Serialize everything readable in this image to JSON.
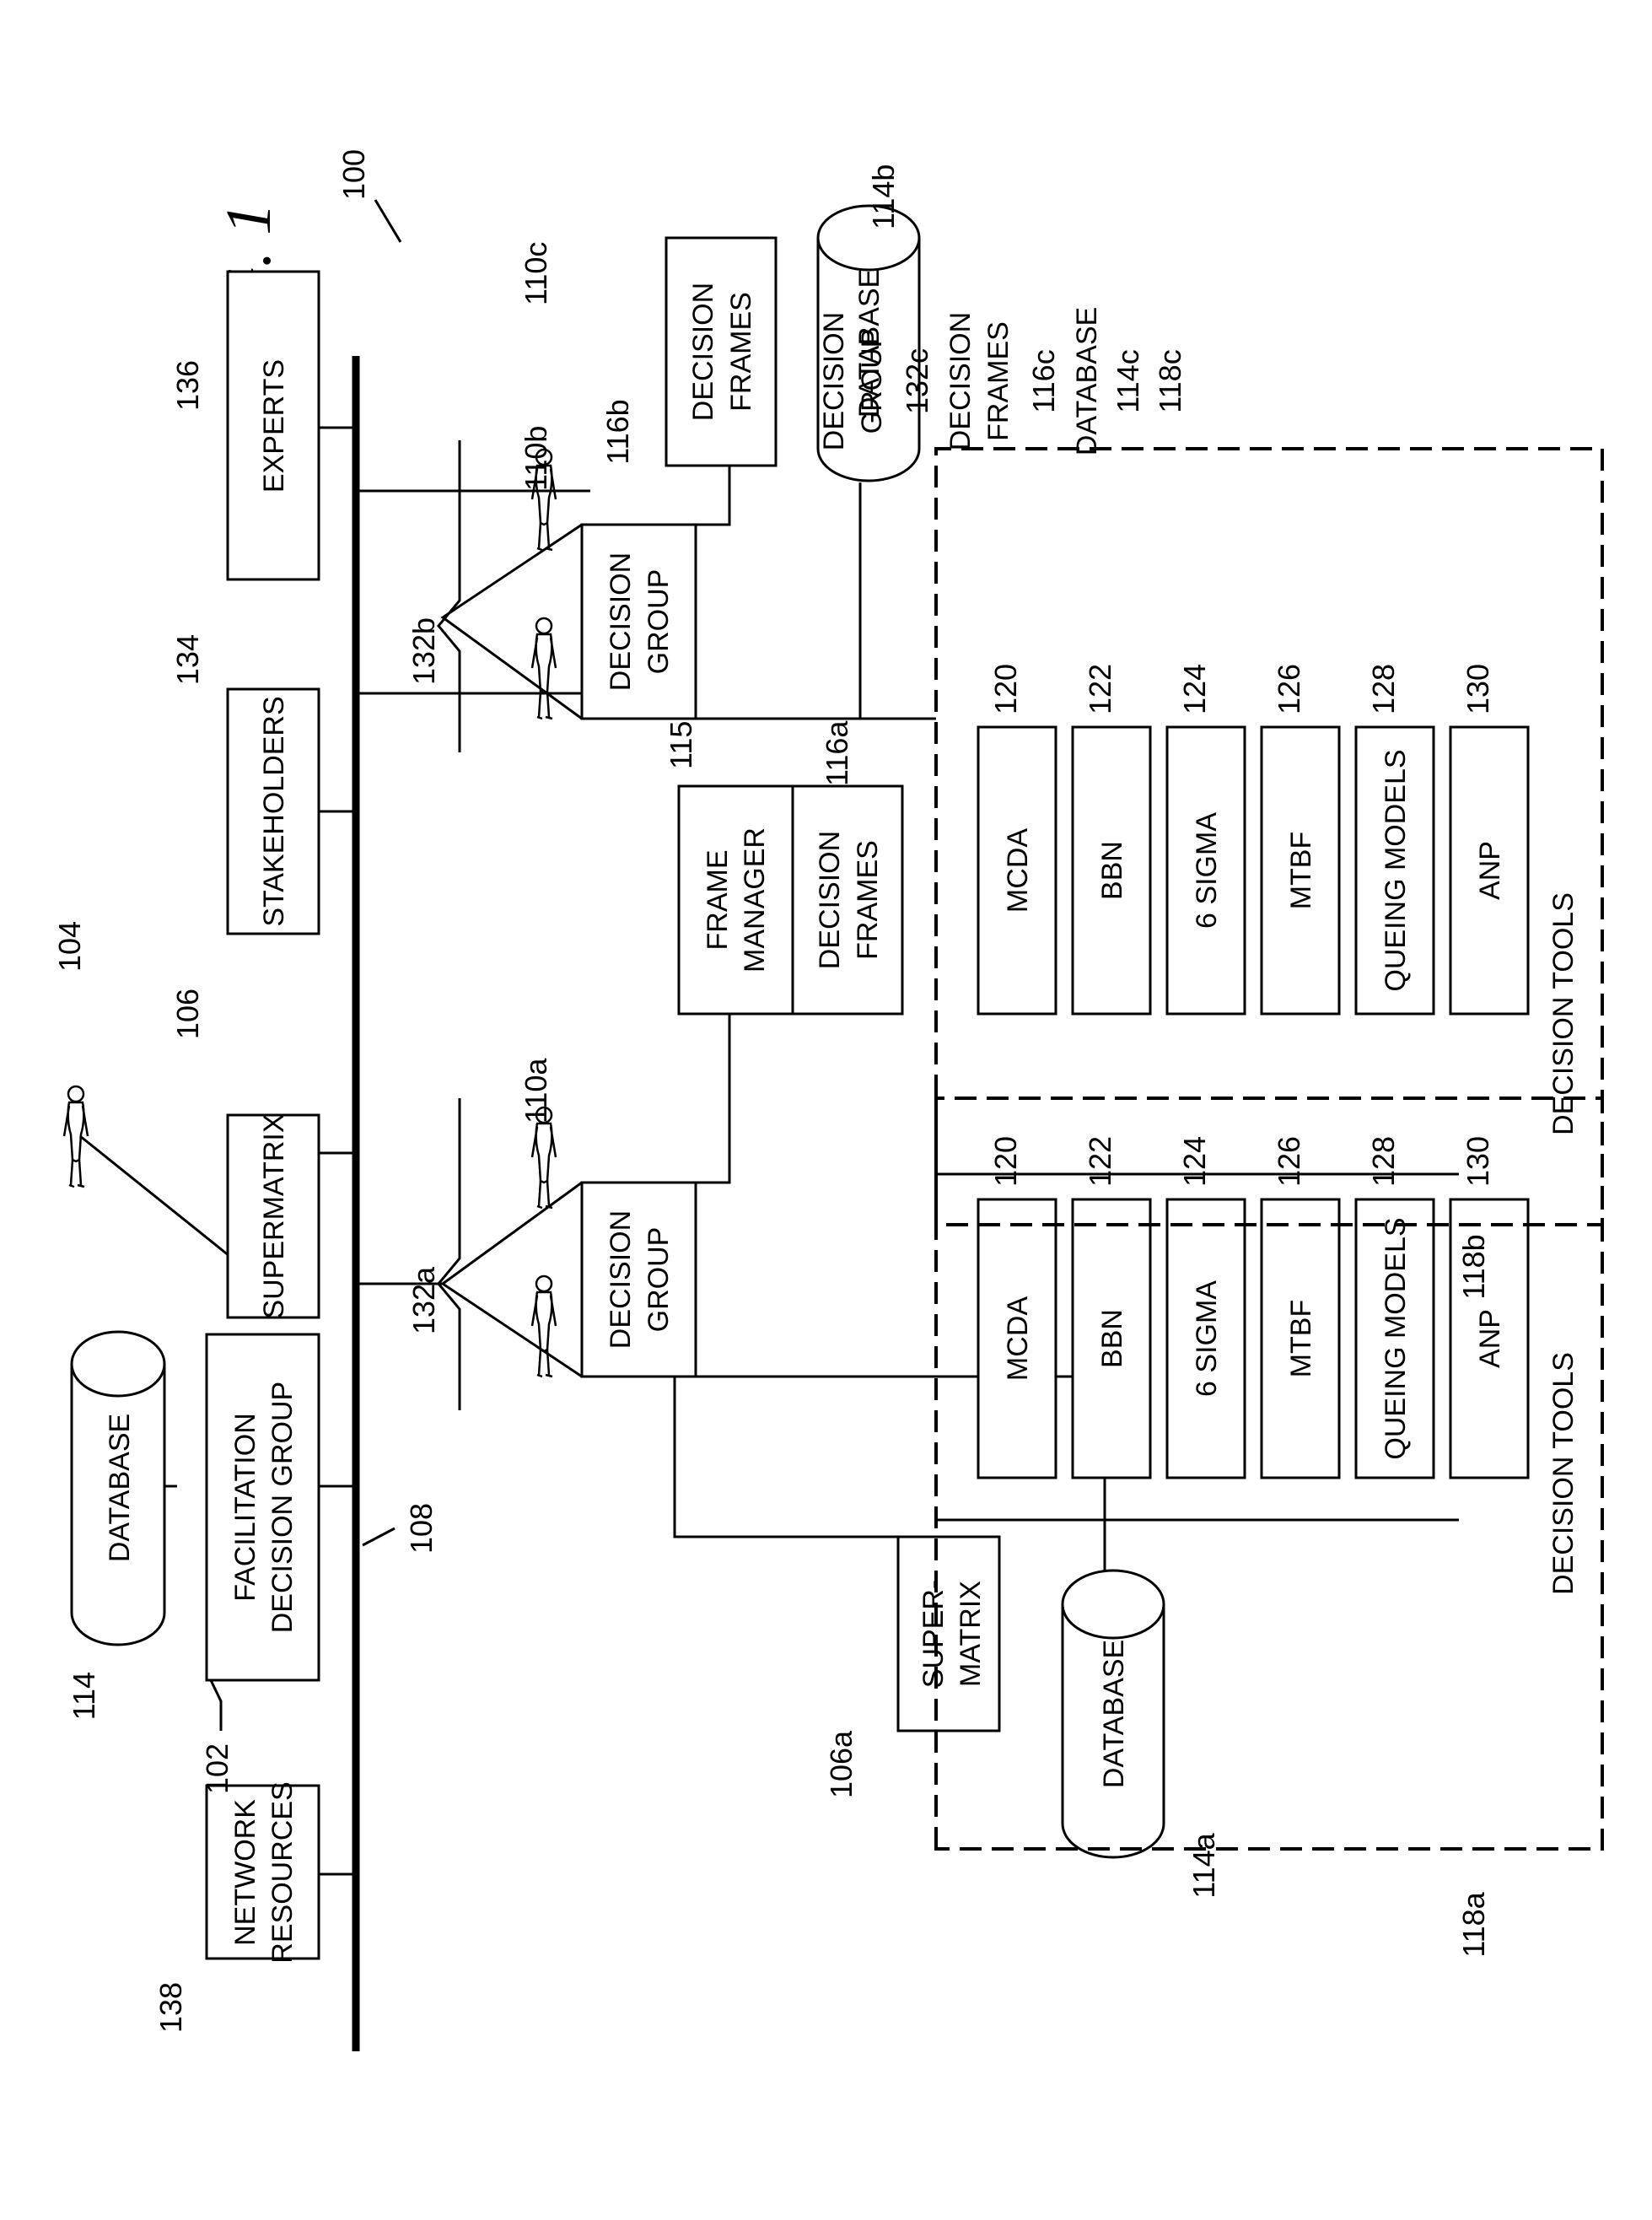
{
  "figure": {
    "title": "FIG. 1",
    "ref": "100"
  },
  "bus": {
    "ref": "108"
  },
  "top_row": {
    "network": {
      "line1": "NETWORK",
      "line2": "RESOURCES",
      "ref": "138"
    },
    "facilitation": {
      "line1": "FACILITATION",
      "line2": "DECISION GROUP",
      "ref": "102"
    },
    "database": {
      "label": "DATABASE",
      "ref": "114"
    },
    "person_ref": "104",
    "supermatrix": {
      "label": "SUPERMATRIX",
      "ref": "106"
    },
    "stakeholders": {
      "label": "STAKEHOLDERS",
      "ref": "134"
    },
    "experts": {
      "label": "EXPERTS",
      "ref": "136"
    }
  },
  "groups": [
    {
      "decision_group": {
        "line1": "DECISION",
        "line2": "GROUP",
        "ref": "110a"
      },
      "people_ref": "132a",
      "frame_manager": {
        "line1": "FRAME",
        "line2": "MANAGER",
        "ref": "115a"
      },
      "frames": {
        "line1": "DECISION",
        "line2": "FRAMES",
        "ref": "116a"
      },
      "supermatrix": {
        "line1": "SUPER-",
        "line2": "MATRIX",
        "ref": "106a"
      },
      "database": {
        "label": "DATABASE",
        "ref": "114a"
      },
      "tools_ref": "118a"
    },
    {
      "decision_group": {
        "line1": "DECISION",
        "line2": "GROUP",
        "ref": "110b"
      },
      "people_ref": "132b",
      "frames": {
        "line1": "DECISION",
        "line2": "FRAMES",
        "ref": "116b"
      },
      "database": {
        "label": "DATABASE",
        "ref": "114b"
      },
      "tools_ref": "118b"
    },
    {
      "decision_group": {
        "line1": "DECISION",
        "line2": "GROUP",
        "ref": "110c"
      },
      "people_ref": "132c",
      "frames": {
        "line1": "DECISION",
        "line2": "FRAMES",
        "ref": "116c"
      },
      "database": {
        "label": "DATABASE",
        "ref": "114c"
      },
      "tools_ref": "118c"
    }
  ],
  "tools": [
    {
      "label": "MCDA",
      "ref": "120"
    },
    {
      "label": "BBN",
      "ref": "122"
    },
    {
      "label": "6 SIGMA",
      "ref": "124"
    },
    {
      "label": "MTBF",
      "ref": "126"
    },
    {
      "label": "QUEING MODELS",
      "ref": "128"
    },
    {
      "label": "ANP",
      "ref": "130"
    }
  ],
  "tools_title": "DECISION TOOLS"
}
